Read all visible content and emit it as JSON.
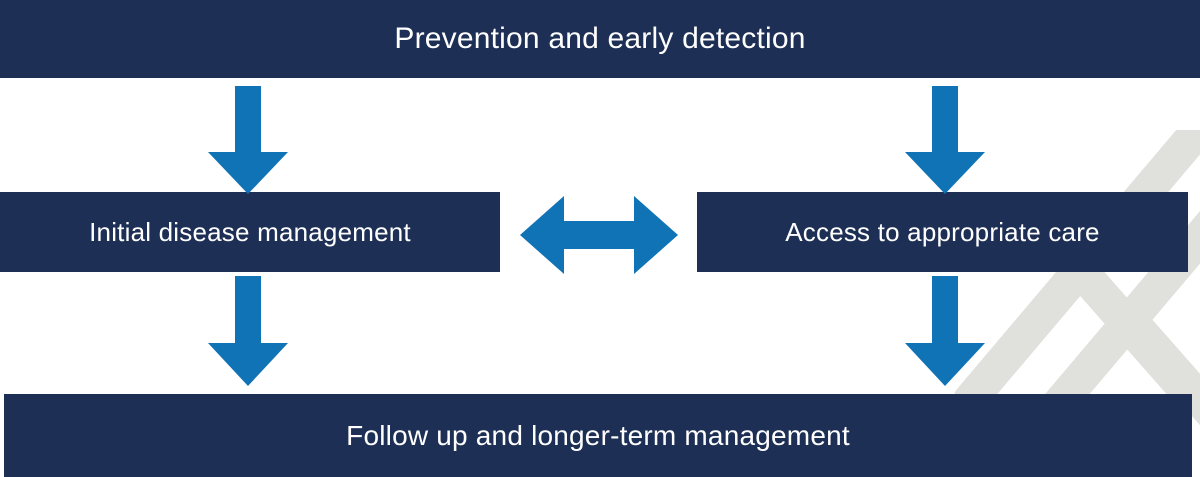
{
  "diagram": {
    "title": "Patient pathway flow diagram",
    "colors": {
      "navy": "#1d2f55",
      "arrow_blue": "#1073b5",
      "text_white": "#ffffff",
      "watermark_gray": "#e0e0dd",
      "background": "#ffffff"
    },
    "nodes": {
      "top_banner": "Prevention and early detection",
      "left_box": "Initial disease management",
      "right_box": "Access to appropriate care",
      "bottom_banner": "Follow up and longer-term management"
    },
    "connectors": [
      {
        "name": "arrow-top-left",
        "icon": "arrow-down-icon",
        "direction": "down",
        "from": "Prevention and early detection",
        "to": "Initial disease management"
      },
      {
        "name": "arrow-top-right",
        "icon": "arrow-down-icon",
        "direction": "down",
        "from": "Prevention and early detection",
        "to": "Access to appropriate care"
      },
      {
        "name": "arrow-bidirectional",
        "icon": "arrow-left-right-icon",
        "direction": "both",
        "from": "Initial disease management",
        "to": "Access to appropriate care"
      },
      {
        "name": "arrow-bottom-left",
        "icon": "arrow-down-icon",
        "direction": "down",
        "from": "Initial disease management",
        "to": "Follow up and longer-term management"
      },
      {
        "name": "arrow-bottom-right",
        "icon": "arrow-down-icon",
        "direction": "down",
        "from": "Access to appropriate care",
        "to": "Follow up and longer-term management"
      }
    ],
    "watermark": "chevron-watermark"
  }
}
